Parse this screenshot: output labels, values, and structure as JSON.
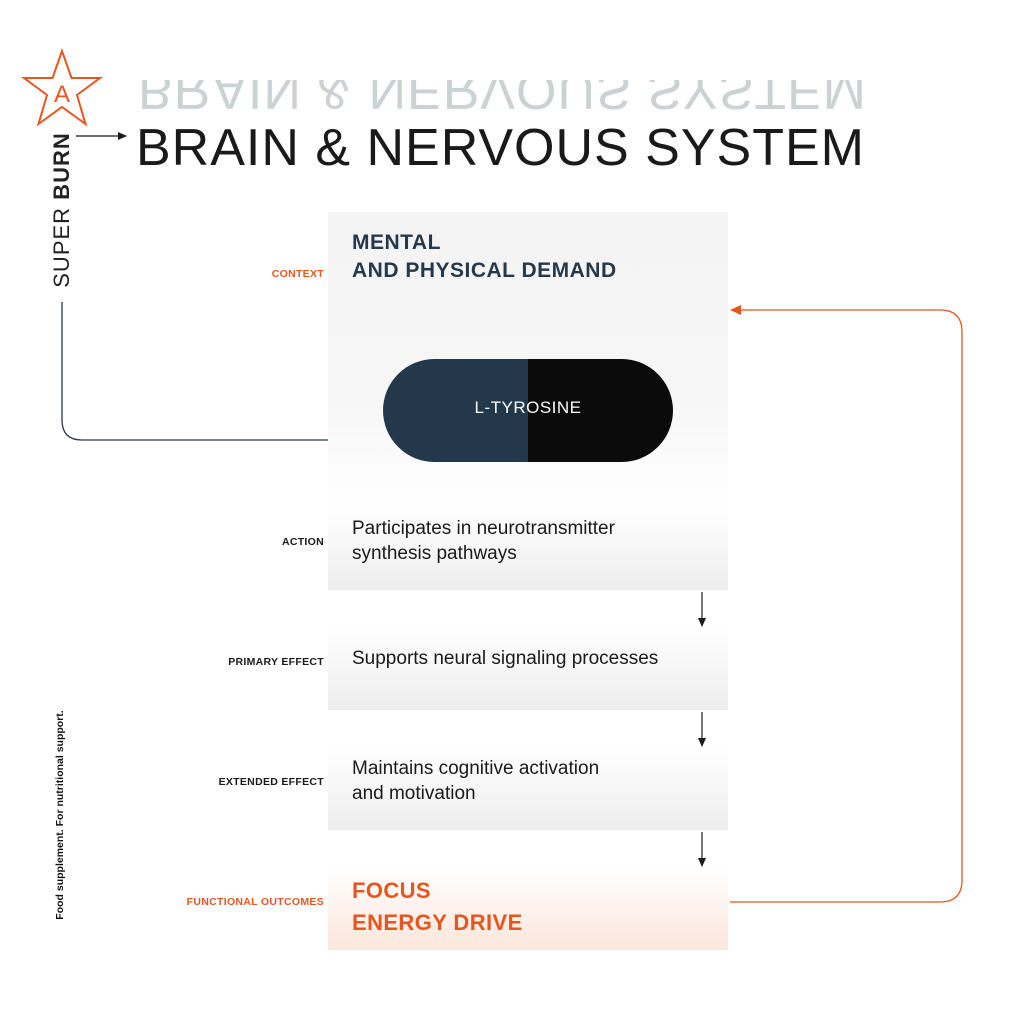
{
  "brand": {
    "icon": "star-a-icon",
    "icon_letter": "A",
    "word_light": "SUPER",
    "word_bold": "BURN",
    "accent": "#e8561f"
  },
  "title": "BRAIN & NERVOUS SYSTEM",
  "context": {
    "label": "CONTEXT",
    "heading_line1": "MENTAL",
    "heading_line2": "AND PHYSICAL DEMAND"
  },
  "ingredient": "L-TYROSINE",
  "action": {
    "label": "ACTION",
    "line1": "Participates in neurotransmitter",
    "line2": "synthesis pathways"
  },
  "primary_effect": {
    "label": "PRIMARY EFFECT",
    "line1": "Supports neural signaling processes"
  },
  "extended_effect": {
    "label": "EXTENDED EFFECT",
    "line1": "Maintains cognitive activation",
    "line2": "and motivation"
  },
  "outcomes": {
    "label": "FUNCTIONAL OUTCOMES",
    "items": [
      "FOCUS",
      "ENERGY DRIVE"
    ]
  },
  "footnote": "Food supplement. For nutritional support.",
  "colors": {
    "navy": "#23394b",
    "black": "#0b0b0b",
    "orange": "#e8561f"
  }
}
